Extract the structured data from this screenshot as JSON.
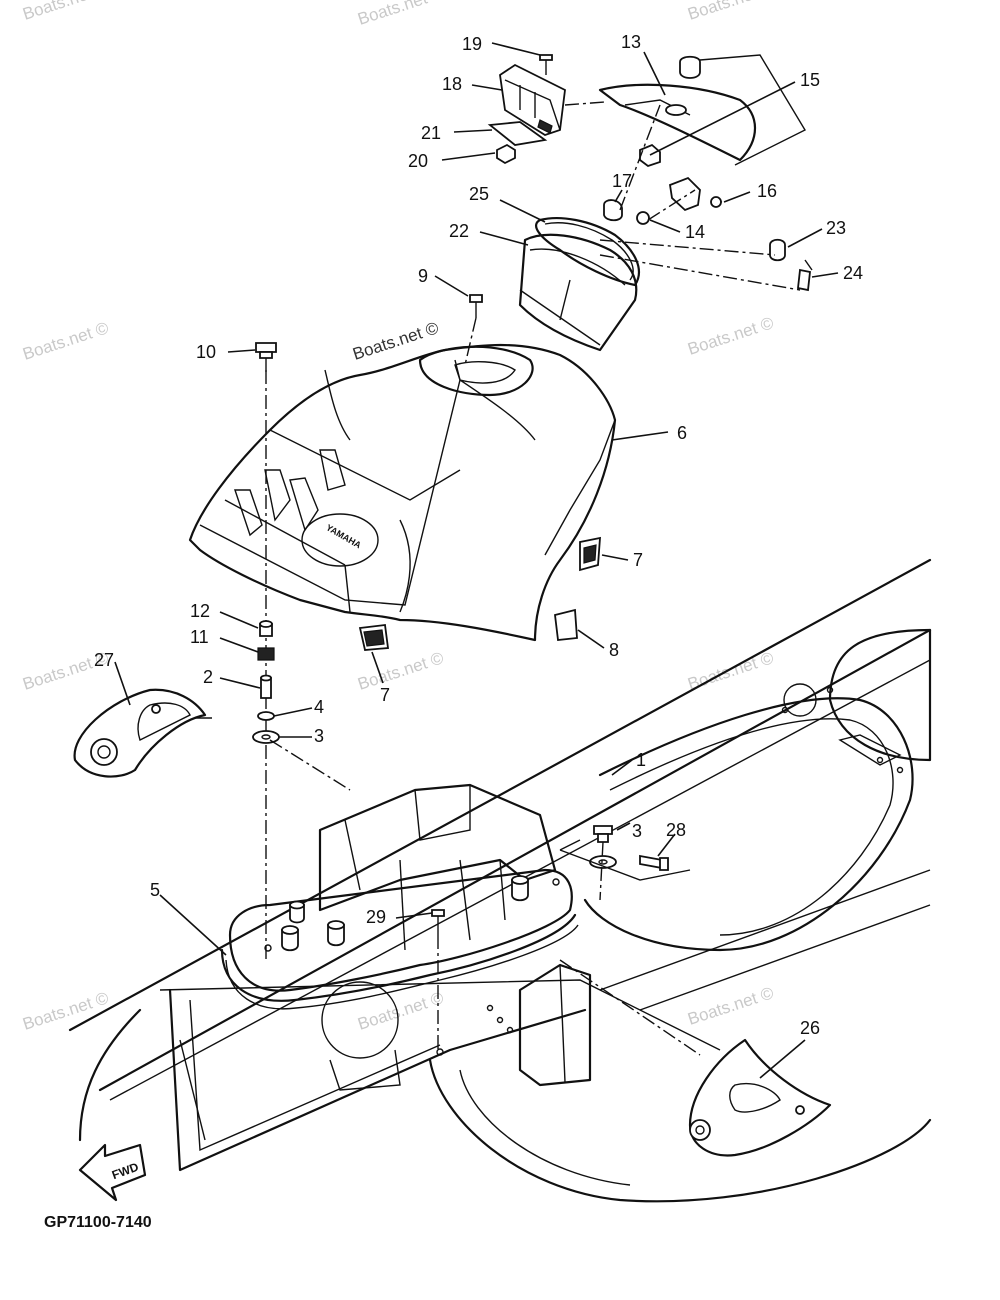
{
  "diagram": {
    "code": "GP71100-7140",
    "watermark": "Boats.net ©",
    "fwd_label": "FWD",
    "logo_text": "YAMAHA",
    "callouts": [
      {
        "id": "c19",
        "label": "19"
      },
      {
        "id": "c13",
        "label": "13"
      },
      {
        "id": "c18",
        "label": "18"
      },
      {
        "id": "c15",
        "label": "15"
      },
      {
        "id": "c21",
        "label": "21"
      },
      {
        "id": "c20",
        "label": "20"
      },
      {
        "id": "c17",
        "label": "17"
      },
      {
        "id": "c16",
        "label": "16"
      },
      {
        "id": "c25",
        "label": "25"
      },
      {
        "id": "c14",
        "label": "14"
      },
      {
        "id": "c22",
        "label": "22"
      },
      {
        "id": "c23",
        "label": "23"
      },
      {
        "id": "c9",
        "label": "9"
      },
      {
        "id": "c24",
        "label": "24"
      },
      {
        "id": "c10",
        "label": "10"
      },
      {
        "id": "c6",
        "label": "6"
      },
      {
        "id": "c7a",
        "label": "7"
      },
      {
        "id": "c12",
        "label": "12"
      },
      {
        "id": "c8",
        "label": "8"
      },
      {
        "id": "c11",
        "label": "11"
      },
      {
        "id": "c27",
        "label": "27"
      },
      {
        "id": "c7b",
        "label": "7"
      },
      {
        "id": "c2",
        "label": "2"
      },
      {
        "id": "c4",
        "label": "4"
      },
      {
        "id": "c3a",
        "label": "3"
      },
      {
        "id": "c1",
        "label": "1"
      },
      {
        "id": "c3b",
        "label": "3"
      },
      {
        "id": "c28",
        "label": "28"
      },
      {
        "id": "c5",
        "label": "5"
      },
      {
        "id": "c29",
        "label": "29"
      },
      {
        "id": "c26",
        "label": "26"
      }
    ]
  }
}
